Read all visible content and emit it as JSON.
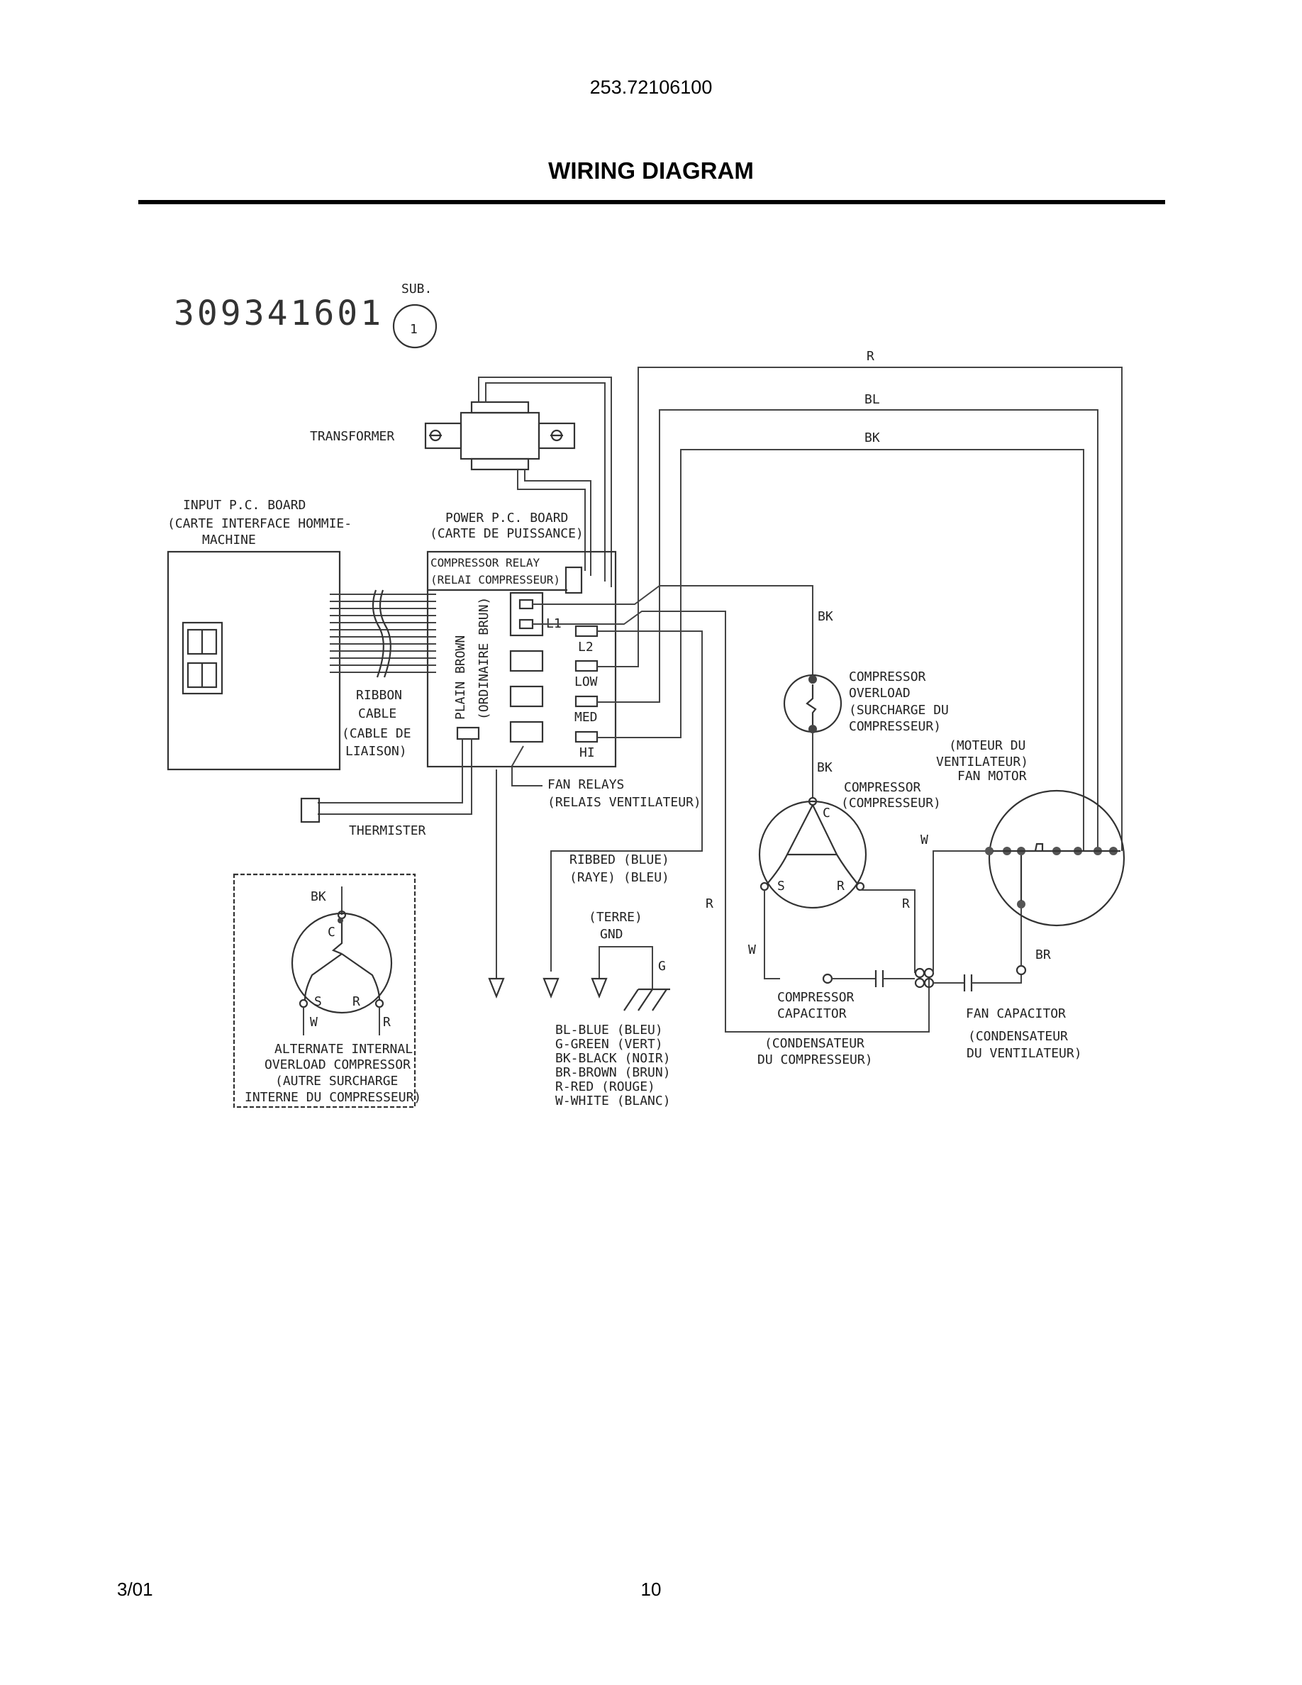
{
  "header": {
    "model_number": "253.72106100",
    "title": "WIRING DIAGRAM"
  },
  "footer": {
    "date": "3/01",
    "page_number": "10"
  },
  "diagram": {
    "part_number": "309341601",
    "sub_label": "SUB.",
    "sub_number": "1",
    "transformer": "TRANSFORMER",
    "input_board": [
      "INPUT P.C. BOARD",
      "(CARTE INTERFACE HOMMIE-",
      "MACHINE"
    ],
    "power_board": [
      "POWER P.C. BOARD",
      "(CARTE DE PUISSANCE)"
    ],
    "compressor_relay": [
      "COMPRESSOR RELAY",
      "(RELAI COMPRESSEUR)"
    ],
    "plain_brown": [
      "PLAIN BROWN",
      "(ORDINAIRE BRUN)"
    ],
    "ribbon_cable": [
      "RIBBON",
      "CABLE",
      "(CABLE DE",
      "LIAISON)"
    ],
    "terminals": {
      "l1": "L1",
      "l2": "L2",
      "low": "LOW",
      "med": "MED",
      "hi": "HI"
    },
    "fan_relays": [
      "FAN RELAYS",
      "(RELAIS VENTILATEUR)"
    ],
    "thermister": "THERMISTER",
    "ribbed": [
      "RIBBED  (BLUE)",
      "(RAYE)  (BLEU)"
    ],
    "terre": [
      "(TERRE)",
      "GND"
    ],
    "wire_labels": {
      "r": "R",
      "bl": "BL",
      "bk": "BK",
      "w": "W",
      "br": "BR",
      "g": "G",
      "c": "C",
      "s": "S"
    },
    "compressor_overload": [
      "COMPRESSOR",
      "OVERLOAD",
      "(SURCHARGE DU",
      "COMPRESSEUR)"
    ],
    "fan_motor": [
      "(MOTEUR DU",
      "VENTILATEUR)",
      "FAN MOTOR"
    ],
    "compressor": [
      "COMPRESSOR",
      "(COMPRESSEUR)"
    ],
    "compressor_capacitor": [
      "COMPRESSOR",
      "CAPACITOR"
    ],
    "condensateur_compresseur": [
      "(CONDENSATEUR",
      "DU COMPRESSEUR)"
    ],
    "fan_capacitor": [
      "FAN CAPACITOR",
      "(CONDENSATEUR",
      "DU VENTILATEUR)"
    ],
    "alternate_overload": [
      "ALTERNATE INTERNAL",
      "OVERLOAD COMPRESSOR",
      "(AUTRE SURCHARGE",
      "INTERNE DU COMPRESSEUR)"
    ],
    "color_legend": [
      "BL-BLUE (BLEU)",
      "G-GREEN (VERT)",
      "BK-BLACK (NOIR)",
      "BR-BROWN (BRUN)",
      "R-RED (ROUGE)",
      "W-WHITE (BLANC)"
    ]
  }
}
